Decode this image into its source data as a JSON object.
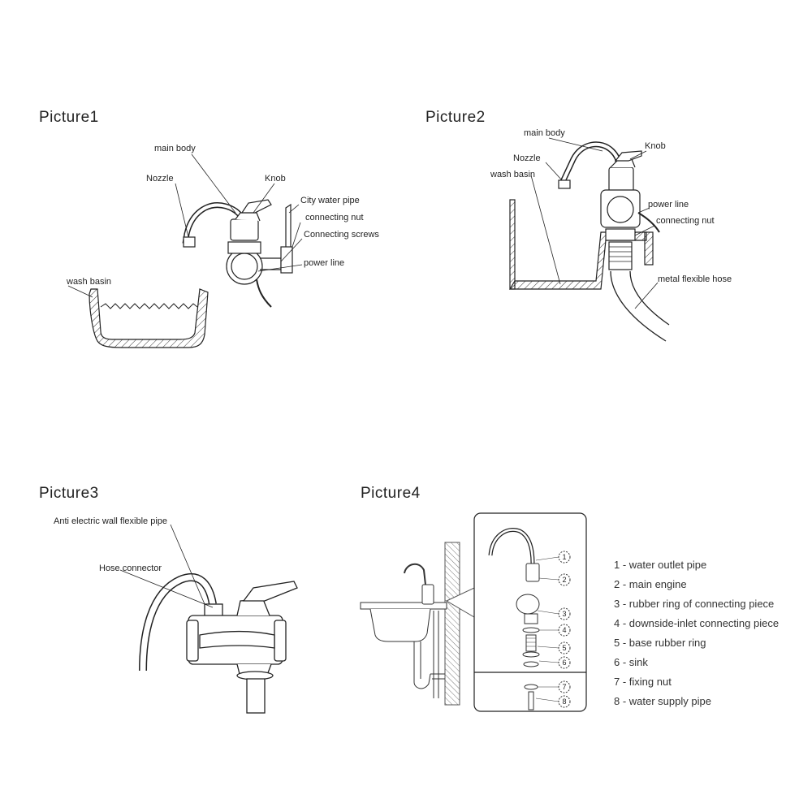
{
  "picture1": {
    "title": "Picture1",
    "labels": {
      "main_body": "main body",
      "nozzle": "Nozzle",
      "knob": "Knob",
      "city_water_pipe": "City water pipe",
      "connecting_nut": "connecting nut",
      "connecting_screws": "Connecting screws",
      "power_line": "power line",
      "wash_basin": "wash basin"
    }
  },
  "picture2": {
    "title": "Picture2",
    "labels": {
      "main_body": "main body",
      "nozzle": "Nozzle",
      "knob": "Knob",
      "wash_basin": "wash basin",
      "power_line": "power line",
      "connecting_nut": "connecting nut",
      "metal_flexible_hose": "metal flexible hose"
    }
  },
  "picture3": {
    "title": "Picture3",
    "labels": {
      "anti_electric_pipe": "Anti electric wall flexible pipe",
      "hose_connector": "Hose connector"
    }
  },
  "picture4": {
    "title": "Picture4",
    "callout_numbers": [
      "1",
      "2",
      "3",
      "4",
      "5",
      "6",
      "7",
      "8"
    ],
    "legend": [
      "1 - water outlet pipe",
      "2 - main engine",
      "3 - rubber ring of connecting piece",
      "4 - downside-inlet connecting piece",
      "5 - base rubber ring",
      "6 - sink",
      "7 - fixing nut",
      "8 - water supply pipe"
    ]
  }
}
